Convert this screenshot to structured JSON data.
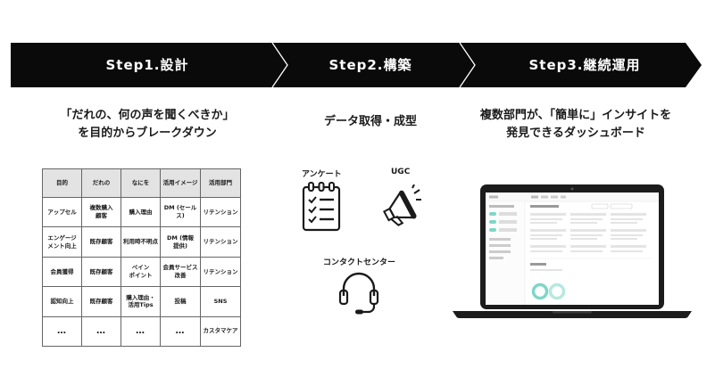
{
  "steps": [
    {
      "label": "Step1.設計"
    },
    {
      "label": "Step2.構築"
    },
    {
      "label": "Step3.継続運用"
    }
  ],
  "colors": {
    "banner": "#0a0a0a",
    "divider": "#ffffff",
    "table_header": "#e3e3e3",
    "accent": "#7fd6c8"
  },
  "step1": {
    "heading_line1": "「だれの、何の声を聞くべきか」",
    "heading_line2": "を目的からブレークダウン",
    "table": {
      "headers": [
        "目的",
        "だれの",
        "なにを",
        "活用イメージ",
        "活用部門"
      ],
      "rows": [
        [
          "アップセル",
          "複数購入\n顧客",
          "購入理由",
          "DM (セール\nス)",
          "リテンション"
        ],
        [
          "エンゲージ\nメント向上",
          "既存顧客",
          "利用時不明点",
          "DM (情報\n提供)",
          "リテンション"
        ],
        [
          "会員獲得",
          "既存顧客",
          "ペイン\nポイント",
          "会員サービス\n改善",
          "リテンション"
        ],
        [
          "認知向上",
          "既存顧客",
          "購入理由・\n活用Tips",
          "投稿",
          "SNS"
        ],
        [
          "…",
          "…",
          "…",
          "…",
          "カスタマケア"
        ]
      ]
    }
  },
  "step2": {
    "heading": "データ取得・成型",
    "survey_label": "アンケート",
    "ugc_label": "UGC",
    "contact_label": "コンタクトセンター",
    "icons": [
      "clipboard-checklist-icon",
      "megaphone-icon",
      "headset-icon"
    ]
  },
  "step3": {
    "heading_line1": "複数部門が、「簡単に」インサイトを",
    "heading_line2": "発見できるダッシュボード",
    "icon": "laptop-dashboard-icon"
  }
}
